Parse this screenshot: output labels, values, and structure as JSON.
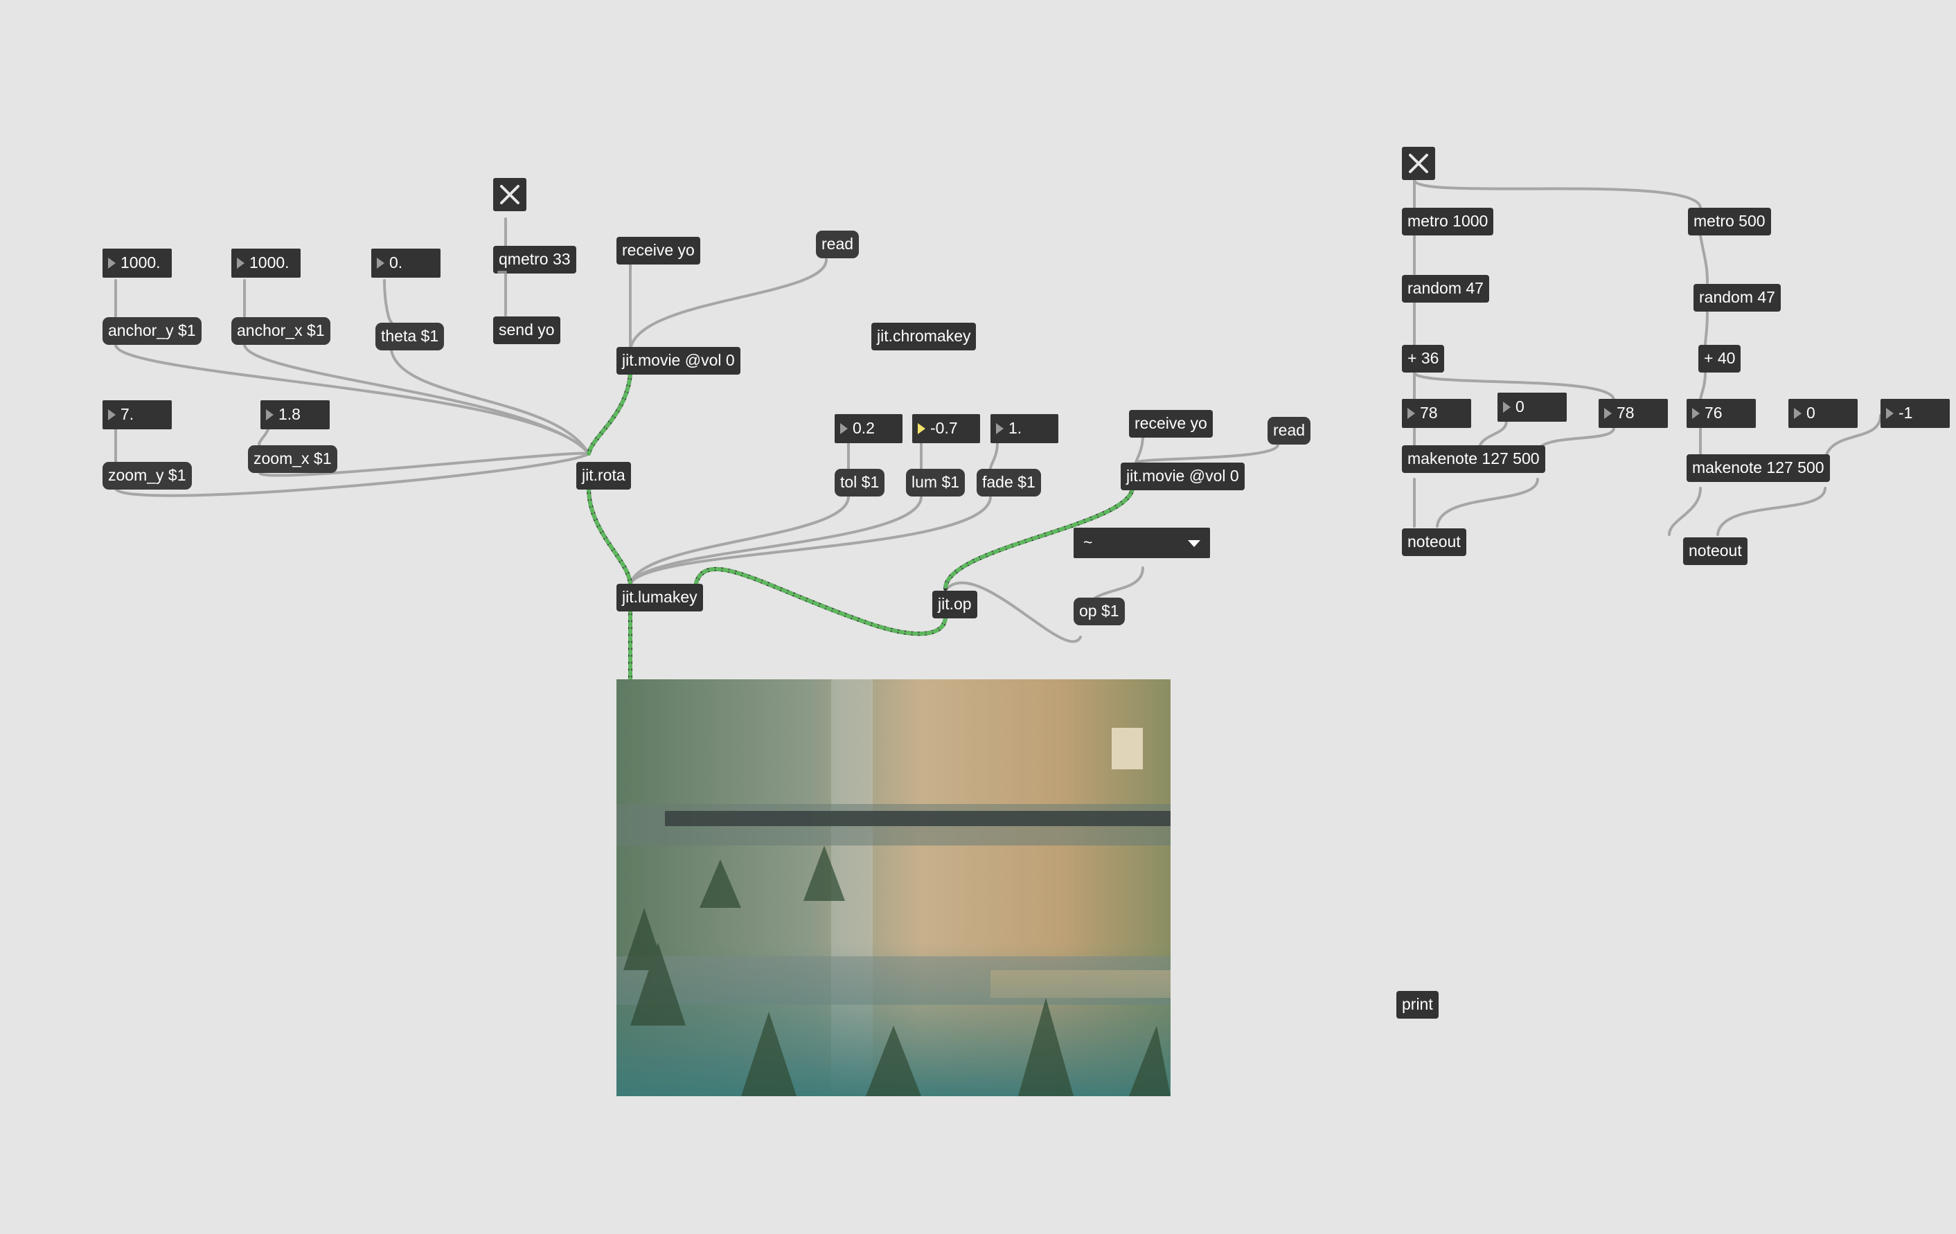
{
  "patcher": {
    "numbers": {
      "anchor_y_val": "1000.",
      "anchor_x_val": "1000.",
      "theta_val": "0.",
      "zoom_y_val": "7.",
      "zoom_x_val": "1.8",
      "tol_val": "0.2",
      "lum_val": "-0.7",
      "fade_val": "1.",
      "note1": "78",
      "vel1": "0",
      "note1b": "78",
      "note2": "76",
      "vel2": "0",
      "ch2": "-1"
    },
    "messages": {
      "anchor_y": "anchor_y $1",
      "anchor_x": "anchor_x $1",
      "theta": "theta $1",
      "zoom_y": "zoom_y $1",
      "zoom_x": "zoom_x $1",
      "read1": "read",
      "read2": "read",
      "tol": "tol $1",
      "lum": "lum $1",
      "fade": "fade $1",
      "op": "op $1"
    },
    "objects": {
      "qmetro": "qmetro 33",
      "send": "send yo",
      "receive1": "receive yo",
      "movie1": "jit.movie @vol 0",
      "chromakey": "jit.chromakey",
      "rota": "jit.rota",
      "lumakey": "jit.lumakey",
      "receive2": "receive yo",
      "movie2": "jit.movie @vol 0",
      "jitop": "jit.op",
      "metro1000": "metro 1000",
      "metro500": "metro 500",
      "random1": "random 47",
      "random2": "random 47",
      "plus36": "+ 36",
      "plus40": "+ 40",
      "makenote1": "makenote 127 500",
      "makenote2": "makenote 127 500",
      "noteout1": "noteout",
      "noteout2": "noteout",
      "print": "print"
    },
    "umenu": {
      "selected": "~"
    }
  },
  "colors": {
    "canvas": "#e5e5e5",
    "box": "#333333",
    "patchcord": "#a6a6a6",
    "jitter_cord": "#5fb85f",
    "number_arrow_active": "#f4e36a"
  },
  "icons": [
    "toggle-x-icon",
    "dropdown-arrow-icon",
    "number-triangle-icon"
  ]
}
